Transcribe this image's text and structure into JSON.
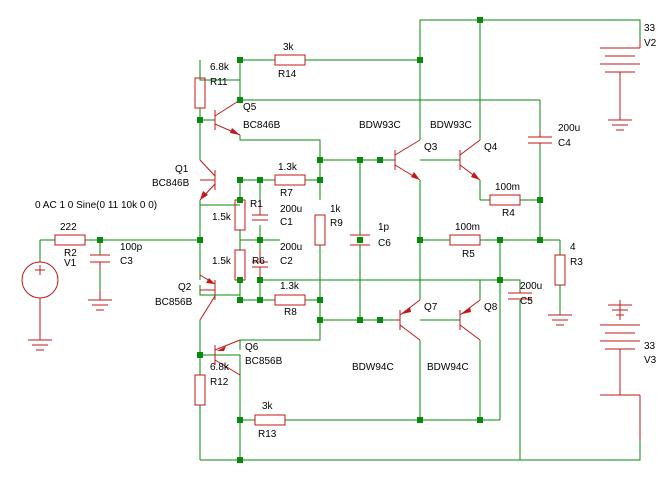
{
  "labels": {
    "R14_val": "3k",
    "R14": "R14",
    "R11_val": "6.8k",
    "R11": "R11",
    "Q5": "Q5",
    "Q5_model": "BC846B",
    "Q1": "Q1",
    "Q1_model": "BC846B",
    "R7_val": "1.3k",
    "R7": "R7",
    "R1_val": "1.5k",
    "R1": "R1",
    "C1_val": "200u",
    "C1": "C1",
    "R9_val": "1k",
    "R9": "R9",
    "C6_val": "1p",
    "C6": "C6",
    "Q3": "Q3",
    "Q3_model": "BDW93C",
    "Q4": "Q4",
    "Q4_model": "BDW93C",
    "C4_val": "200u",
    "C4": "C4",
    "R4_val": "100m",
    "R4": "R4",
    "R5_val": "100m",
    "R5": "R5",
    "R3_val": "4",
    "R3": "R3",
    "V2_val": "33",
    "V2": "V2",
    "source_spec": "0 AC 1 0 Sine(0 11 10k 0 0)",
    "R2_val": "222",
    "R2": "R2",
    "V1": "V1",
    "C3_val": "100p",
    "C3": "C3",
    "R6_val": "1.5k",
    "R6": "R6",
    "C2_val": "200u",
    "C2": "C2",
    "Q2": "Q2",
    "Q2_model": "BC856B",
    "R8_val": "1.3k",
    "R8": "R8",
    "C5_val": "200u",
    "C5": "C5",
    "Q7": "Q7",
    "Q7_model": "BDW94C",
    "Q8": "Q8",
    "Q8_model": "BDW94C",
    "Q6": "Q6",
    "Q6_model": "BC856B",
    "R12_val": "6.8k",
    "R12": "R12",
    "R13_val": "3k",
    "R13": "R13",
    "V3_val": "33",
    "V3": "V3"
  },
  "colors": {
    "wire": "#0a8a0a",
    "component": "#c01818",
    "text": "#000000",
    "background": "#ffffff"
  }
}
